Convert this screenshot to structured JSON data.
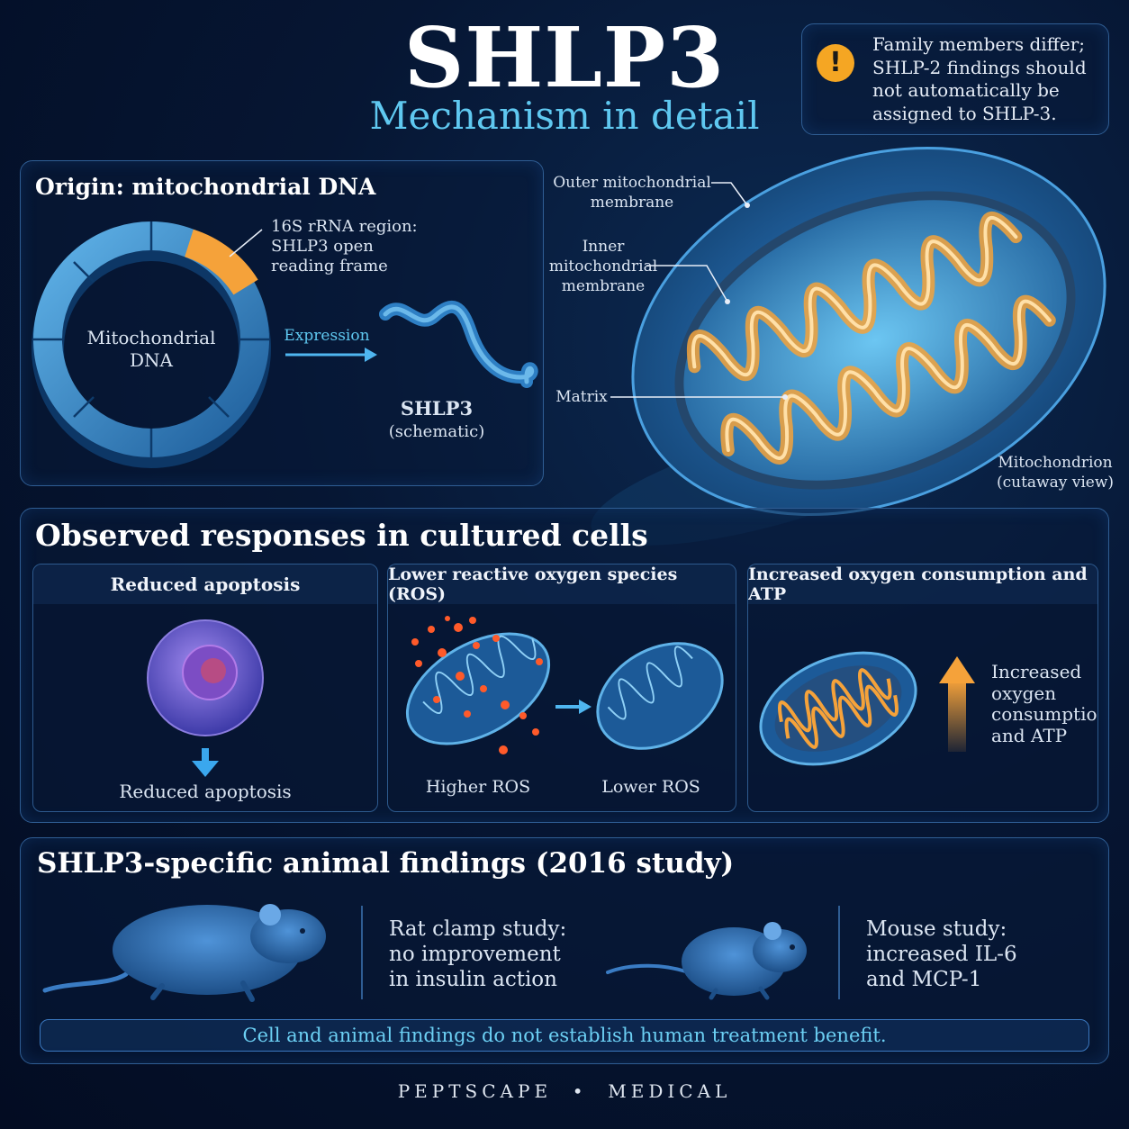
{
  "header": {
    "title": "SHLP3",
    "subtitle": "Mechanism in detail"
  },
  "warning": {
    "icon": "exclamation-icon",
    "text_lines": [
      "Family members differ;",
      "SHLP-2 findings should",
      "not automatically be",
      "assigned to SHLP-3."
    ]
  },
  "origin": {
    "heading": "Origin: mitochondrial DNA",
    "ring_label_lines": [
      "Mitochondrial",
      "DNA"
    ],
    "region_label_lines": [
      "16S rRNA region:",
      "SHLP3 open",
      "reading frame"
    ],
    "arrow_label": "Expression",
    "peptide_label": "SHLP3",
    "peptide_sublabel": "(schematic)"
  },
  "mitochondrion": {
    "outer_label_lines": [
      "Outer mitochondrial",
      "membrane"
    ],
    "inner_label_lines": [
      "Inner mitochondrial",
      "membrane"
    ],
    "matrix_label": "Matrix",
    "caption_lines": [
      "Mitochondrion",
      "(cutaway view)"
    ]
  },
  "responses": {
    "heading": "Observed responses in cultured cells",
    "apoptosis": {
      "header": "Reduced apoptosis",
      "caption": "Reduced apoptosis"
    },
    "ros": {
      "header": "Lower reactive oxygen species (ROS)",
      "left_caption": "Higher ROS",
      "right_caption": "Lower ROS"
    },
    "oxygen": {
      "header": "Increased oxygen consumption and ATP",
      "caption_lines": [
        "Increased",
        "oxygen",
        "consumption",
        "and ATP"
      ]
    }
  },
  "animal": {
    "heading": "SHLP3-specific animal findings (2016 study)",
    "rat_text_lines": [
      "Rat clamp study:",
      "no improvement",
      "in insulin action"
    ],
    "mouse_text_lines": [
      "Mouse study:",
      "increased IL-6",
      "and MCP-1"
    ],
    "disclaimer": "Cell and animal findings do not establish human treatment benefit."
  },
  "footer": "PEPTSCAPE  •  MEDICAL",
  "colors": {
    "accent_blue": "#5fc8f0",
    "orange": "#f5a23a",
    "ros_red": "#ff5a2a",
    "panel_border": "#2f5d93"
  }
}
